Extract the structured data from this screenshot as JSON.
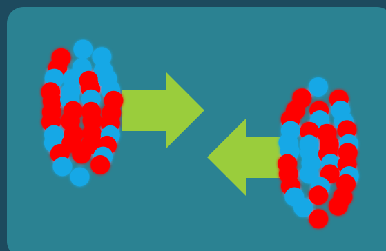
{
  "colors": {
    "page_background": "#1d4a5e",
    "panel_background": "#2b8292",
    "proton": "#fe0000",
    "neutron": "#17a8e6",
    "arrow": "#9acd3c"
  },
  "scene": {
    "description_free": true,
    "nuclei": [
      {
        "name": "nucleus-left",
        "direction": "moving-right"
      },
      {
        "name": "nucleus-right",
        "direction": "moving-left"
      }
    ],
    "arrows": [
      {
        "name": "arrow-right",
        "points": "right"
      },
      {
        "name": "arrow-left",
        "points": "left"
      }
    ]
  }
}
